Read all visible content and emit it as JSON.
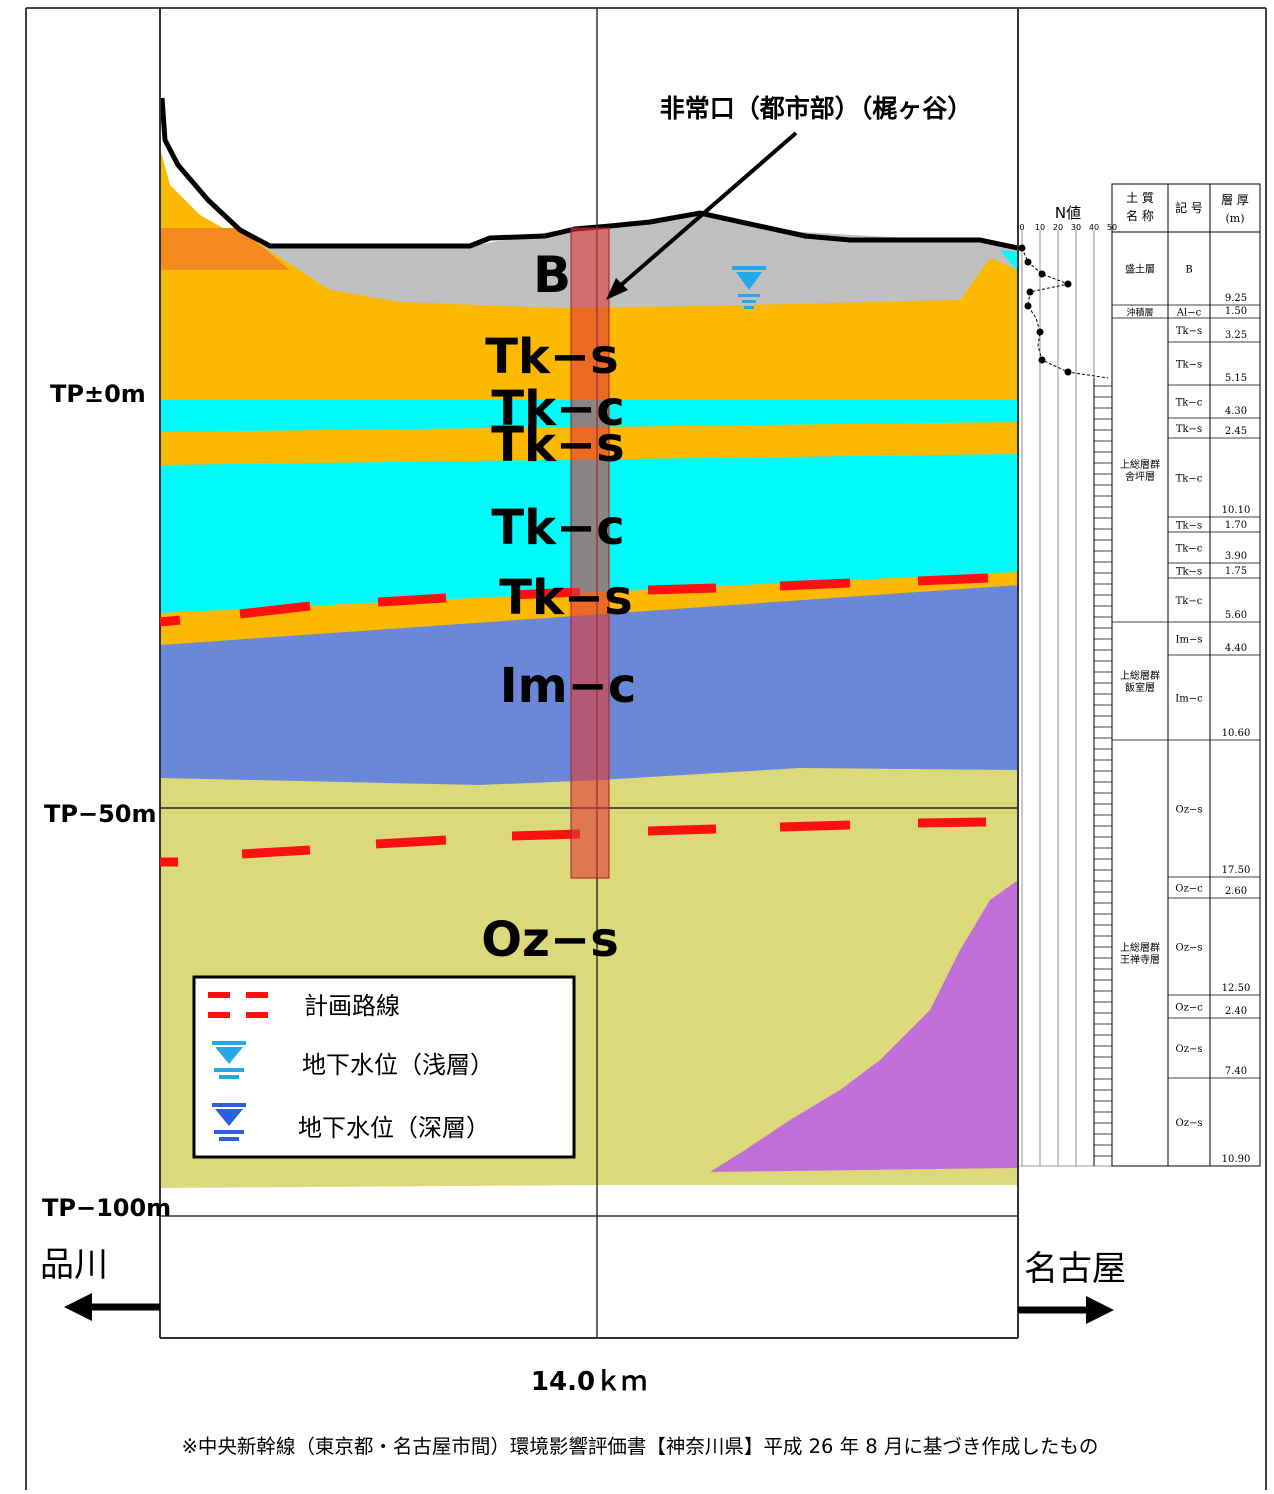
{
  "station_label": "非常口（都市部）（梶ヶ谷）",
  "elevation_labels": {
    "tp0": "TP±0m",
    "tp50": "TP−50m",
    "tp100": "TP−100m"
  },
  "strata_labels": [
    "B",
    "Tk−s",
    "Tk−c",
    "Tk−s",
    "Tk−c",
    "Tk−s",
    "Im−c",
    "Oz−s"
  ],
  "direction": {
    "left": "品川",
    "right": "名古屋"
  },
  "scale_label": "14.0ｋｍ",
  "footnote": "※中央新幹線（東京都・名古屋市間）環境影響評価書【神奈川県】平成 26 年 8 月に基づき作成したもの",
  "legend": {
    "route": "計画路線",
    "gw_shallow": "地下水位（浅層）",
    "gw_deep": "地下水位（深層）"
  },
  "colors": {
    "fill": "#c0c0c0",
    "sand_orange": "#fcb900",
    "dark_orange": "#f48a1e",
    "clay_cyan": "#00fbfb",
    "im_blue": "#6b88d8",
    "oz_yellow": "#dcd97a",
    "purple": "#c06fd8",
    "route_red": "#ff1010",
    "shaft": "#e04040",
    "gw_shallow": "#25a7e8",
    "gw_deep": "#2b5fe0"
  },
  "boring_log": {
    "n_value_label": "N値",
    "n_ticks": [
      "0",
      "10",
      "20",
      "30",
      "40",
      "50"
    ],
    "header_soil": "土 質\n名 称",
    "header_symbol": "記 号",
    "header_thickness": "層 厚\n(m)",
    "groups": [
      "盛土層",
      "沖積層",
      "上総層群\n舎坪層",
      "上総層群\n飯室層",
      "上総層群\n王禅寺層"
    ],
    "rows": [
      {
        "symbol": "B",
        "thickness": "9.25"
      },
      {
        "symbol": "Al−c",
        "thickness": "1.50"
      },
      {
        "symbol": "Tk−s",
        "thickness": "3.25"
      },
      {
        "symbol": "Tk−s",
        "thickness": "5.15"
      },
      {
        "symbol": "Tk−c",
        "thickness": "4.30"
      },
      {
        "symbol": "Tk−s",
        "thickness": "2.45"
      },
      {
        "symbol": "Tk−c",
        "thickness": "10.10"
      },
      {
        "symbol": "Tk−s",
        "thickness": "1.70"
      },
      {
        "symbol": "Tk−c",
        "thickness": "3.90"
      },
      {
        "symbol": "Tk−s",
        "thickness": "1.75"
      },
      {
        "symbol": "Tk−c",
        "thickness": "5.60"
      },
      {
        "symbol": "Im−s",
        "thickness": "4.40"
      },
      {
        "symbol": "Im−c",
        "thickness": "10.60"
      },
      {
        "symbol": "Oz−s",
        "thickness": "17.50"
      },
      {
        "symbol": "Oz−c",
        "thickness": "2.60"
      },
      {
        "symbol": "Oz−s",
        "thickness": "12.50"
      },
      {
        "symbol": "Oz−c",
        "thickness": "2.40"
      },
      {
        "symbol": "Oz−s",
        "thickness": "7.40"
      },
      {
        "symbol": "Oz−s",
        "thickness": "10.90"
      }
    ]
  }
}
